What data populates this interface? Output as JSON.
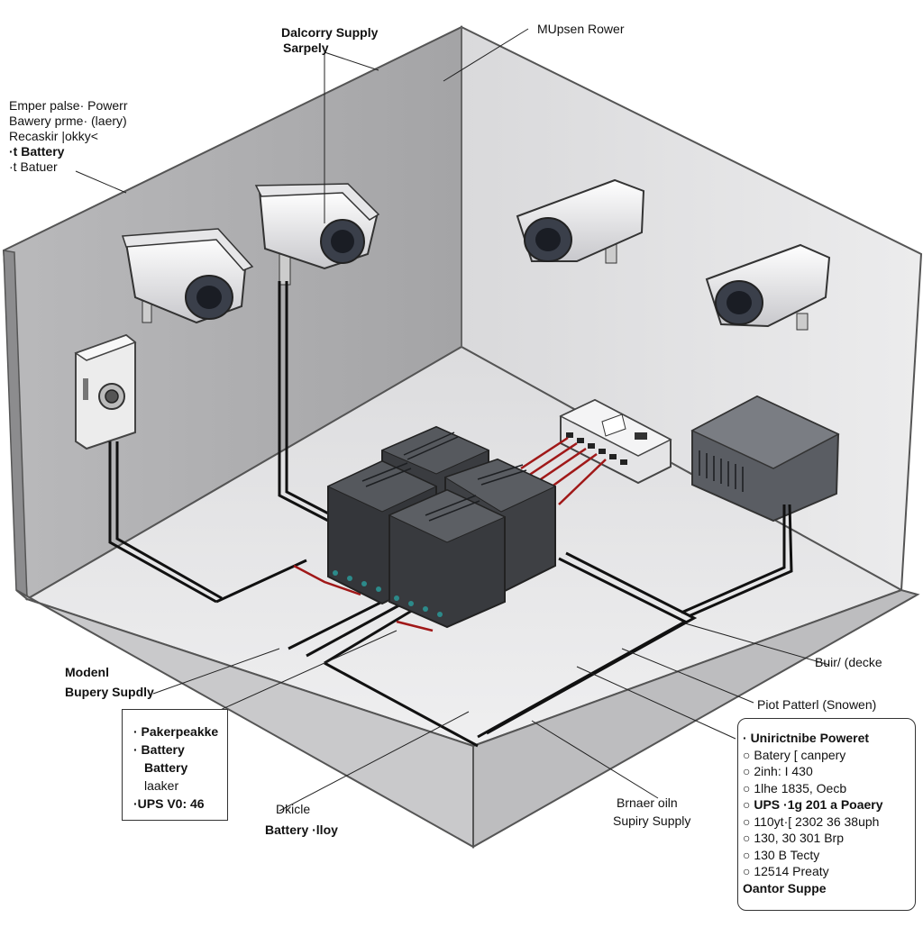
{
  "labels": {
    "top_supply_line1": "Dalcorry Supply",
    "top_supply_line2": "Sarpely",
    "top_right": "MUpsen Rower",
    "left_1": "Emper palse· Powerr",
    "left_2": "Bawery prme· (laery)",
    "left_3": "Recaskir |okky<",
    "left_4": "·t Battery",
    "left_5": "·t Batuer",
    "modem_1": "Modenl",
    "modem_2": "Bupery Supdly",
    "bottom_left_1": "Dkicle",
    "bottom_left_2": "Battery ·lloy",
    "bottom_center_1": "Brnaer oiln",
    "bottom_center_2": "Supiry Supply",
    "right_1": "Buir/ (decke",
    "right_2": "Piot Patterl (Snowen)"
  },
  "left_box": {
    "lines": [
      "· Pakerpeakke",
      "· Battery",
      "Battery",
      "laaker",
      "·UPS V0: 46"
    ]
  },
  "right_box": {
    "marker": "·",
    "title": "Unirictnibe Poweret",
    "items": [
      "Batery [ canpery",
      "2inh: I 430",
      "1lhe 1835, Oecb",
      "UPS ·1g 201 a Poaery",
      "110yt·[ 2302 36 38uph",
      "130, 30 301 Brp",
      "130 B Tecty",
      "12514 Preaty"
    ],
    "footer": "Oantor Suppe"
  }
}
